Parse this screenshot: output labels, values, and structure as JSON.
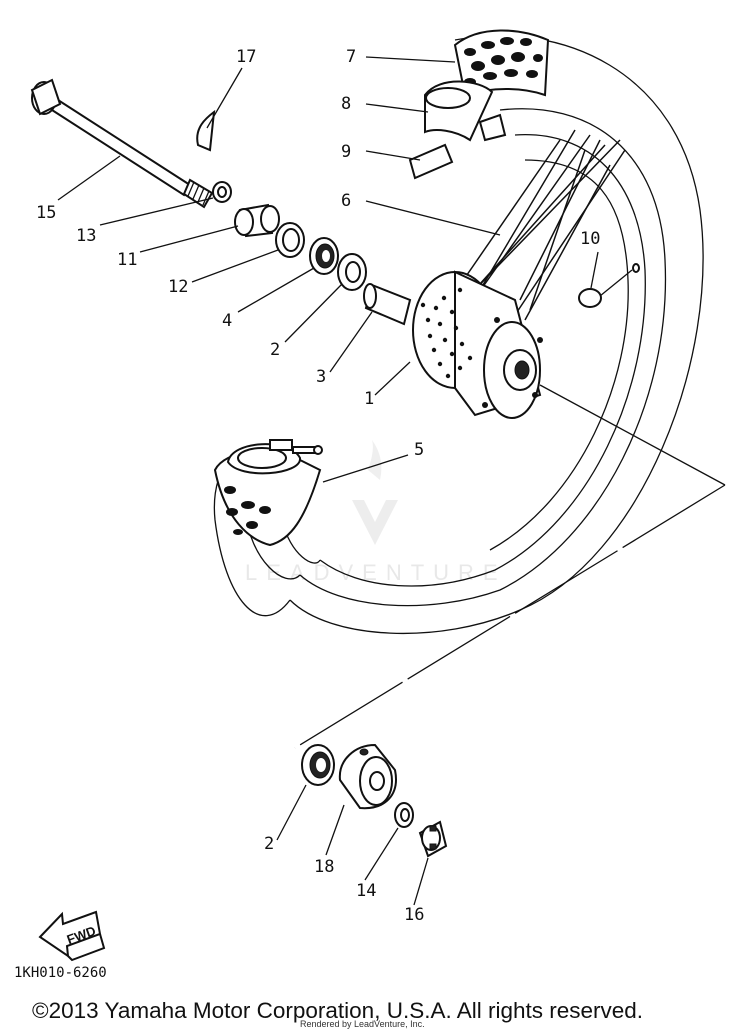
{
  "labels": {
    "p1": "1",
    "p2a": "2",
    "p2b": "2",
    "p3": "3",
    "p4": "4",
    "p5": "5",
    "p6": "6",
    "p7": "7",
    "p8": "8",
    "p9": "9",
    "p10": "10",
    "p11": "11",
    "p12": "12",
    "p13": "13",
    "p14": "14",
    "p15": "15",
    "p16": "16",
    "p17": "17",
    "p18": "18"
  },
  "fwd_label": "FWD",
  "diagram_code": "1KH010-6260",
  "watermark": "LEADVENTURE",
  "copyright": "©2013 Yamaha Motor Corporation, U.S.A. All rights reserved.",
  "rendered_by": "Rendered by LeadVenture, Inc."
}
